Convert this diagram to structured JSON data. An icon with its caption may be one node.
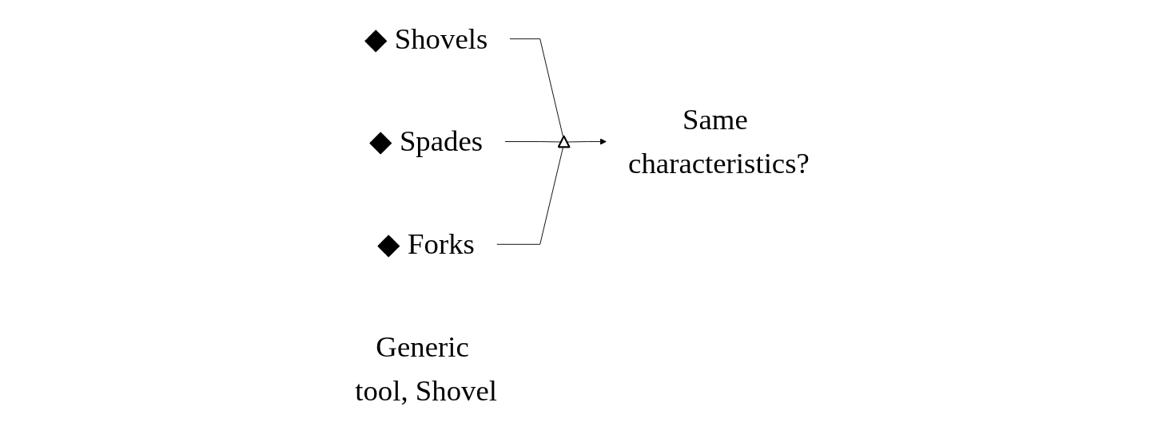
{
  "diagram": {
    "nodes": [
      {
        "text": [
          "◆ Shovels"
        ]
      },
      {
        "text": [
          "◆ Spades"
        ]
      },
      {
        "text": [
          "◆ Forks"
        ]
      },
      {
        "text": [],
        "shape": "triangle"
      },
      {
        "text": [
          "Generic tool, Shovel"
        ]
      },
      {
        "text": [
          "Same characteristics?"
        ]
      }
    ],
    "edges": [
      {
        "from": 0,
        "to": 3,
        "arrow": "none"
      },
      {
        "from": 1,
        "to": 3,
        "arrow": "none"
      },
      {
        "from": 2,
        "to": 3,
        "arrow": "none"
      },
      {
        "from": 3,
        "to": 5,
        "arrow": "to"
      }
    ]
  }
}
